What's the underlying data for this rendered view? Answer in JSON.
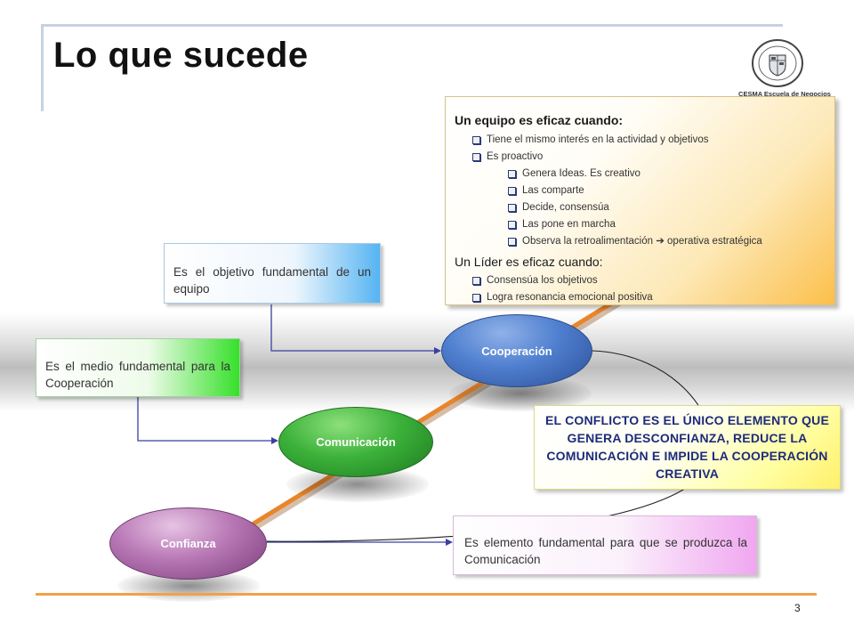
{
  "slide": {
    "title": "Lo que sucede",
    "logo_caption": "CESMA Escuela de Negocios",
    "page_number": "3"
  },
  "info_box": {
    "heading_team": "Un equipo es eficaz cuando:",
    "team_items": [
      "Tiene el mismo interés en la actividad y objetivos",
      "Es proactivo"
    ],
    "proactive_subitems": [
      "Genera Ideas. Es creativo",
      "Las comparte",
      "Decide, consensúa",
      "Las pone en marcha",
      "Observa la retroalimentación  ➔ operativa estratégica"
    ],
    "heading_leader": "Un Líder es eficaz cuando:",
    "leader_items": [
      "Consensúa los objetivos",
      "Logra resonancia emocional positiva"
    ]
  },
  "callouts": {
    "objective": "Es el objetivo fundamental de un equipo",
    "medium": "Es el medio fundamental para la Cooperación",
    "element": "Es elemento fundamental para que se produzca la Comunicación",
    "conflict": "EL CONFLICTO ES EL ÚNICO ELEMENTO QUE GENERA DESCONFIANZA, REDUCE LA COMUNICACIÓN E IMPIDE LA COOPERACIÓN CREATIVA"
  },
  "nodes": {
    "cooperation": "Cooperación",
    "communication": "Comunicación",
    "trust": "Confianza"
  },
  "colors": {
    "diagonal_line": "#e9852a",
    "connector": "#3b3fa0",
    "bottom_rule": "#f2a04a",
    "cooperation": "#3f6cc0",
    "communication": "#2fa02f",
    "trust": "#a768a5",
    "conflict_text": "#1e2b7a"
  }
}
